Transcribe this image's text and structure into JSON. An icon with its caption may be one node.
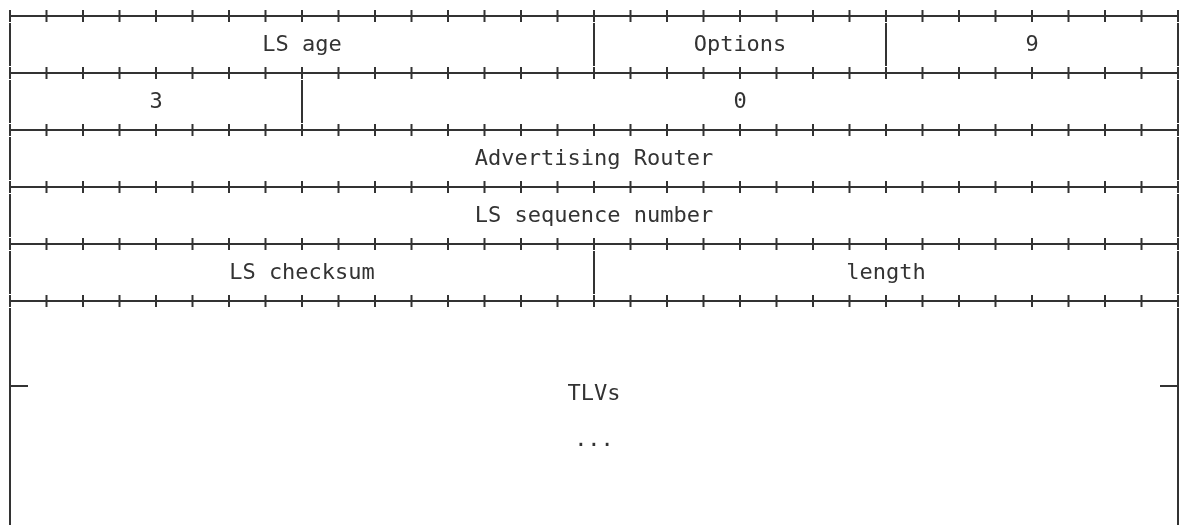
{
  "diagram": {
    "labels": [
      "LS age",
      "Options",
      "9",
      "3",
      "0",
      "Advertising Router",
      "LS sequence number",
      "LS checksum",
      "length",
      "TLVs",
      "..."
    ]
  }
}
